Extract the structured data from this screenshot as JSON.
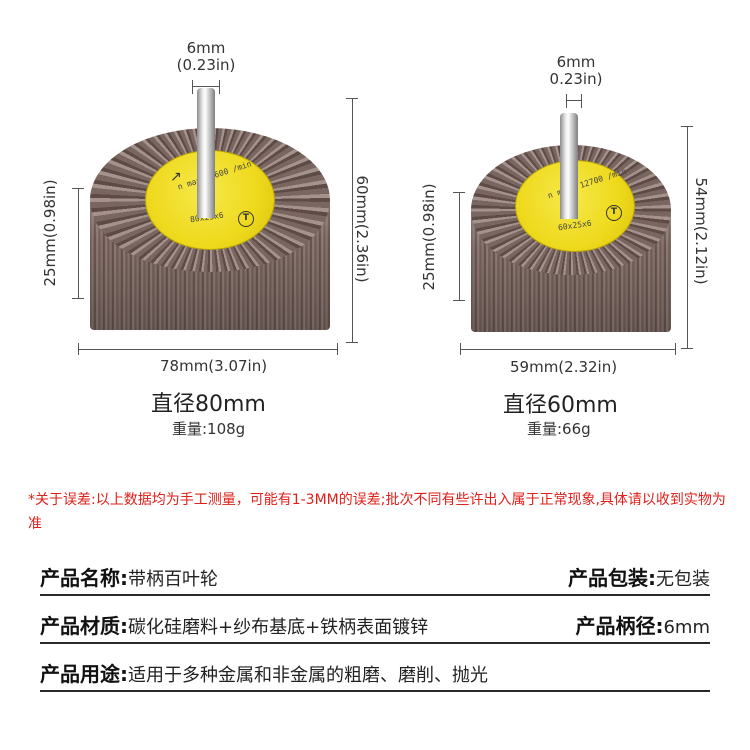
{
  "products": [
    {
      "shaft_diameter_mm": "6mm",
      "shaft_diameter_in": "(0.23in)",
      "flap_height": "25mm(0.98in)",
      "total_height": "60mm(2.36in)",
      "width": "78mm(3.07in)",
      "diameter_label": "直径80mm",
      "weight_label": "重量:108g",
      "hub_speed": "n max. 9600 /min",
      "hub_size": "80x25x6"
    },
    {
      "shaft_diameter_mm": "6mm",
      "shaft_diameter_in": "0.23in)",
      "flap_height": "25mm(0.98in)",
      "total_height": "54mm(2.12in)",
      "width": "59mm(2.32in)",
      "diameter_label": "直径60mm",
      "weight_label": "重量:66g",
      "hub_speed": "n max. 12700 /min",
      "hub_size": "60x25x6"
    }
  ],
  "disclaimer": "*关于误差:以上数据均为手工测量，可能有1-3MM的误差;批次不同有些许出入属于正常现象,具体请以收到实物为准",
  "specs": {
    "name_label": "产品名称:",
    "name_value": "带柄百叶轮",
    "package_label": "产品包装:",
    "package_value": "无包装",
    "material_label": "产品材质:",
    "material_value": "碳化硅磨料+纱布基底+铁柄表面镀锌",
    "shank_label": "产品柄径:",
    "shank_value": "6mm",
    "usage_label": "产品用途:",
    "usage_value": "适用于多种金属和非金属的粗磨、磨削、抛光"
  },
  "colors": {
    "disclaimer_red": "#e0201b",
    "hub_yellow": "#eed91c",
    "flap_brown": "#6e5a54"
  }
}
